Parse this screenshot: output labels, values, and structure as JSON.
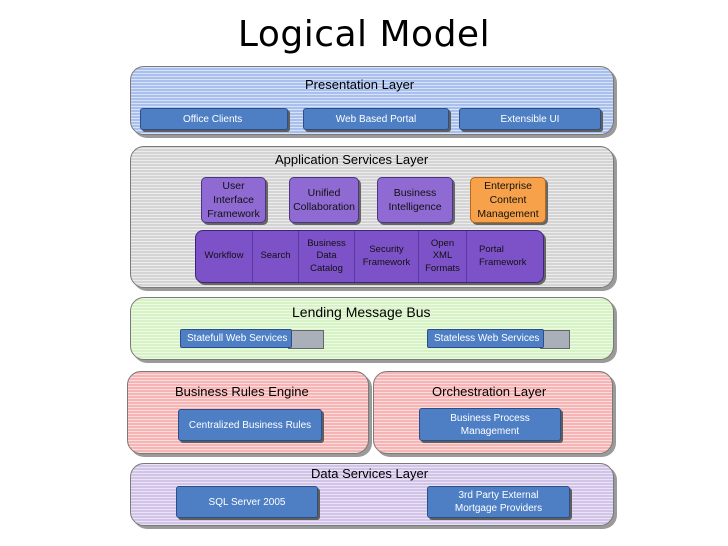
{
  "title": "Logical Model",
  "presentation": {
    "label": "Presentation Layer",
    "items": [
      "Office Clients",
      "Web Based Portal",
      "Extensible UI"
    ]
  },
  "application": {
    "label": "Application Services Layer",
    "boxes": [
      {
        "label": "User\nInterface\nFramework",
        "color": "#8f6ad3"
      },
      {
        "label": "Unified\nCollaboration",
        "color": "#8f6ad3"
      },
      {
        "label": "Business\nIntelligence",
        "color": "#8f6ad3"
      },
      {
        "label": "Enterprise\nContent\nManagement",
        "color": "#f7a24a"
      }
    ],
    "services": [
      "Workflow",
      "Search",
      "Business\nData\nCatalog",
      "Security\nFramework",
      "Open\nXML\nFormats",
      "Portal\nFramework"
    ]
  },
  "bus": {
    "label": "Lending Message Bus",
    "items": [
      "Statefull Web Services",
      "Stateless Web Services"
    ]
  },
  "rules": {
    "label": "Business Rules Engine",
    "item": "Centralized Business Rules"
  },
  "orchestration": {
    "label": "Orchestration Layer",
    "item": "Business Process\nManagement"
  },
  "data_layer": {
    "label": "Data Services Layer",
    "items": [
      "SQL Server 2005",
      "3rd Party External\nMortgage Providers"
    ]
  }
}
